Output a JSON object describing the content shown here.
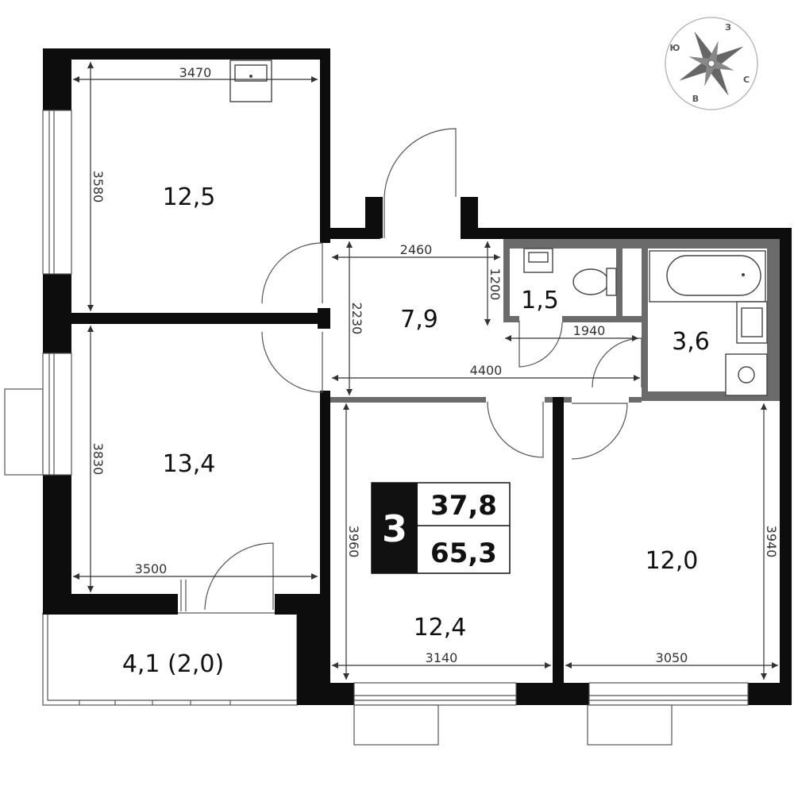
{
  "rooms": {
    "room_top_left": "12,5",
    "room_middle_left": "13,4",
    "hallway": "7,9",
    "toilet": "1,5",
    "bathroom": "3,6",
    "room_bottom_middle": "12,4",
    "room_bottom_right": "12,0",
    "loggia": "4,1 (2,0)"
  },
  "dimensions": {
    "top_left_width": "3470",
    "top_left_height": "3580",
    "middle_left_height": "3830",
    "middle_left_width": "3500",
    "hall_width": "2460",
    "hall_height": "2230",
    "toilet_depth": "1200",
    "toilet_width": "1940",
    "corridor_width": "4400",
    "bottom_middle_height": "3960",
    "bottom_middle_width": "3140",
    "bottom_right_width": "3050",
    "bottom_right_height": "3940"
  },
  "summary": {
    "room_count": "3",
    "living_area": "37,8",
    "total_area": "65,3"
  },
  "compass": {
    "north": "З",
    "south_letter": "Ю",
    "east": "С",
    "west": "В"
  },
  "colors": {
    "wall": "#0d0d0d",
    "wet_zone_wall": "#6b6b6b"
  }
}
